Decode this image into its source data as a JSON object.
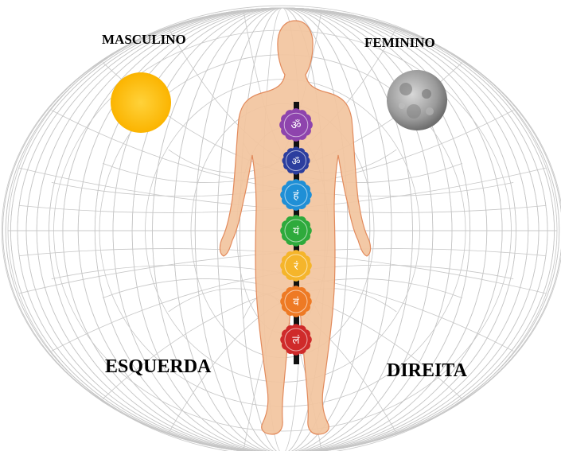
{
  "labels": {
    "masculine": "MASCULINO",
    "feminine": "FEMININO",
    "left": "ESQUERDA",
    "right": "DIREITA"
  },
  "icons": {
    "sun": "sun-icon",
    "moon": "moon-icon"
  },
  "colors": {
    "sun": "#fdb813",
    "moon": "#8c8c8c",
    "body_fill": "#f2c49e",
    "body_outline": "#e28a5c",
    "spine": "#111111",
    "torus_lines": "#bdbdbd"
  },
  "chakras": [
    {
      "name": "crown-chakra",
      "glyph": "ॐ",
      "color": "#8e44ad"
    },
    {
      "name": "third-eye-chakra",
      "glyph": "ॐ",
      "color": "#2c3e9e"
    },
    {
      "name": "throat-chakra",
      "glyph": "हं",
      "color": "#1f8fd6"
    },
    {
      "name": "heart-chakra",
      "glyph": "यं",
      "color": "#2eaa3c"
    },
    {
      "name": "solar-plexus-chakra",
      "glyph": "रं",
      "color": "#f5b52b"
    },
    {
      "name": "sacral-chakra",
      "glyph": "वं",
      "color": "#ee7a24"
    },
    {
      "name": "root-chakra",
      "glyph": "लं",
      "color": "#cf2a2a"
    }
  ]
}
